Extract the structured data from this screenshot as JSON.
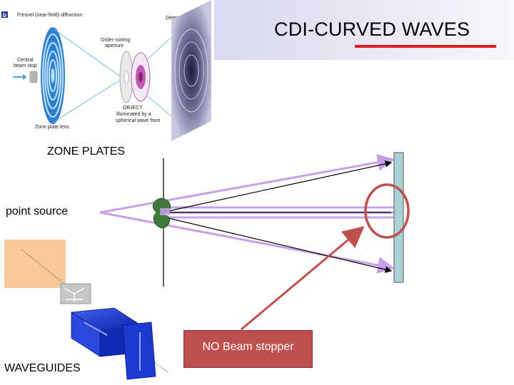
{
  "slide": {
    "title": "CDI-CURVED WAVES",
    "labels": {
      "zone_plates": "ZONE PLATES",
      "point_source": "point source",
      "waveguides": "WAVEGUIDES"
    },
    "callout": "NO Beam stopper",
    "colors": {
      "title_underline": "#e01c1c",
      "violet_rays": "#c8a0e6",
      "callout_fill": "#c0504d",
      "circle_highlight": "#c0504d",
      "detector": "#a9d3d7",
      "waveguide_blue": "#1f3fd6"
    }
  },
  "figure": {
    "panel_letter": "b",
    "heading": "Fresnel (near-field) diffraction",
    "detector_plane": "Detector plane",
    "aperture": [
      "Order-sorting",
      "aperture"
    ],
    "beam_stop": [
      "Central",
      "beam stop"
    ],
    "zone_plate_lens": "Zone plate lens",
    "object": [
      "OBJECT",
      "illuminated by a",
      "spherical wave front"
    ]
  }
}
